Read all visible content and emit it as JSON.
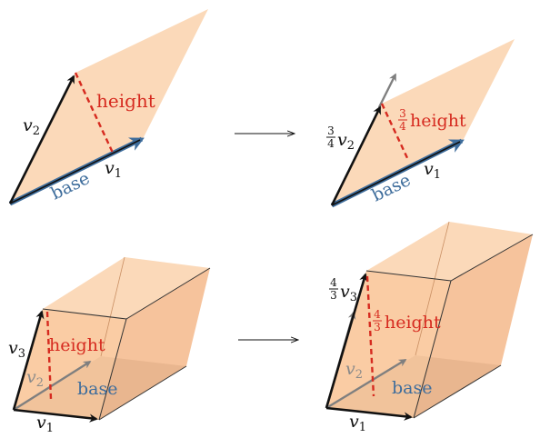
{
  "colors": {
    "face_light": "#fbd9b9",
    "face_mid": "#f9c79a",
    "face_dark": "#f4b98b",
    "base_gray": "#a7a7a7",
    "base_blue": "#3e6d9c",
    "height_red": "#d62a1f",
    "arrow_black": "#111111",
    "arrow_gray": "#7f7f7f"
  },
  "panels": {
    "p1": {
      "height": "height",
      "base": "base",
      "v1": "v",
      "v1_sub": "1",
      "v2": "v",
      "v2_sub": "2"
    },
    "p2": {
      "height": "height",
      "height_num": "3",
      "height_den": "4",
      "base": "base",
      "v1": "v",
      "v1_sub": "1",
      "v2": "v",
      "v2_sub": "2",
      "v2_num": "3",
      "v2_den": "4"
    },
    "p3": {
      "height": "height",
      "base": "base",
      "v1": "v",
      "v1_sub": "1",
      "v2": "v",
      "v2_sub": "2",
      "v3": "v",
      "v3_sub": "3"
    },
    "p4": {
      "height": "height",
      "height_num": "4",
      "height_den": "3",
      "base": "base",
      "v1": "v",
      "v1_sub": "1",
      "v2": "v",
      "v2_sub": "2",
      "v3": "v",
      "v3_sub": "3",
      "v3_num": "4",
      "v3_den": "3"
    }
  },
  "icons": [
    "arrow-right-icon"
  ]
}
